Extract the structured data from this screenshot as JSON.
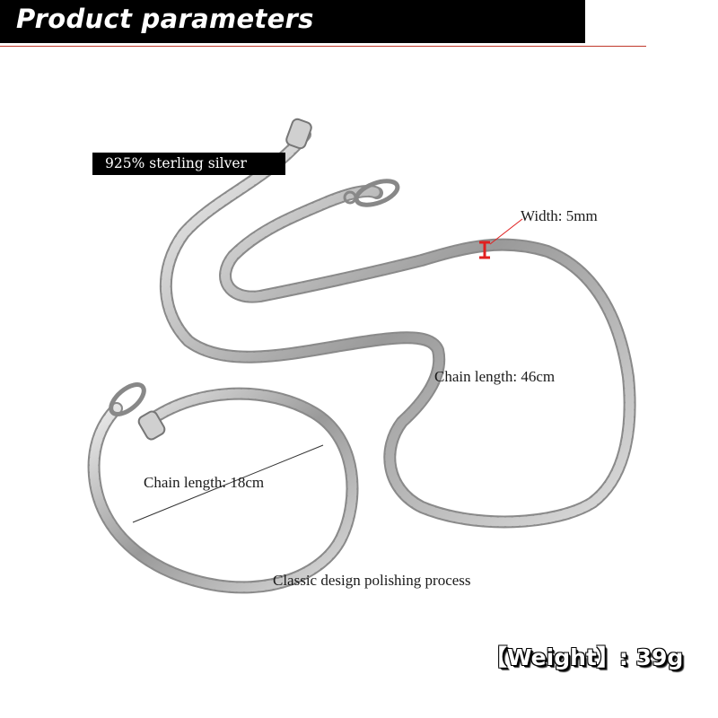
{
  "header": {
    "title": "Product parameters"
  },
  "material": {
    "label": "925% sterling silver"
  },
  "annotations": {
    "width": "Width:  5mm",
    "necklace_length": "Chain length: 46cm",
    "bracelet_length": "Chain length: 18cm",
    "design": "Classic design  polishing process"
  },
  "weight": {
    "label": "【Weight】: 39g"
  },
  "colors": {
    "header_bg": "#000000",
    "accent_rule": "#c0392b",
    "width_marker": "#e02020",
    "chain_silver": "#b8b8b8"
  }
}
